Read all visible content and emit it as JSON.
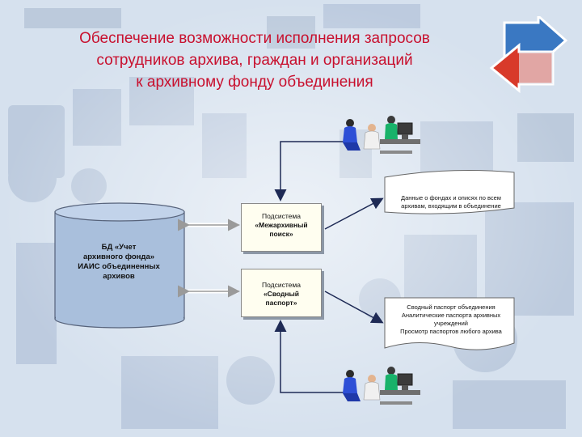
{
  "title": {
    "line1": "Обеспечение возможности исполнения запросов",
    "line2": "сотрудников архива, граждан и организаций",
    "line3": "к архивному фонду объединения"
  },
  "database": {
    "line1": "БД «Учет",
    "line2": "архивного фонда»",
    "line3": "ИАИС объединенных",
    "line4": "архивов"
  },
  "subsystem_search": {
    "line1": "Подсистема",
    "line2": "«Межархивный",
    "line3": "поиск»"
  },
  "subsystem_passport": {
    "line1": "Подсистема",
    "line2": "«Сводный",
    "line3": "паспорт»"
  },
  "document_top": {
    "line1": "Данные о фондах и описях по всем",
    "line2": "архивам, входящим в объединение"
  },
  "document_bottom": {
    "line1": "Сводный паспорт объединения",
    "line2": "Аналитические паспорта архивных",
    "line3": "учреждений",
    "line4": "Просмотр паспортов любого архива"
  },
  "colors": {
    "title": "#c8102e",
    "db_fill": "#a9bfdc",
    "box_fill": "#fffef0",
    "arrow": "#1e2a55",
    "logo_blue": "#3a78c2",
    "logo_red": "#d83a2a"
  },
  "icons": [
    "users-at-computers-top-icon",
    "users-at-computers-bottom-icon",
    "exchange-arrows-logo-icon"
  ]
}
